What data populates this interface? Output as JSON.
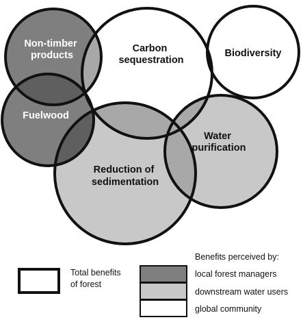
{
  "circles": [
    {
      "id": "non-timber",
      "lines": [
        "Non-timber",
        "products"
      ],
      "category": "local",
      "fill": "#7f7f7f",
      "text_color": "#ffffff"
    },
    {
      "id": "fuelwood",
      "lines": [
        "Fuelwood"
      ],
      "category": "local",
      "fill": "#7f7f7f",
      "text_color": "#ffffff"
    },
    {
      "id": "carbon",
      "lines": [
        "Carbon",
        "sequestration"
      ],
      "category": "global",
      "fill": "#ffffff",
      "text_color": "#111111"
    },
    {
      "id": "biodiversity",
      "lines": [
        "Biodiversity"
      ],
      "category": "global",
      "fill": "#ffffff",
      "text_color": "#111111"
    },
    {
      "id": "water",
      "lines": [
        "Water",
        "purification"
      ],
      "category": "downstream",
      "fill": "#c8c8c8",
      "text_color": "#111111"
    },
    {
      "id": "sedimentation",
      "lines": [
        "Reduction of",
        "sedimentation"
      ],
      "category": "downstream",
      "fill": "#c8c8c8",
      "text_color": "#111111"
    }
  ],
  "legend": {
    "total_label_line1": "Total benefits",
    "total_label_line2": "of forest",
    "perceived_title": "Benefits perceived by:",
    "items": [
      {
        "label": "local forest managers",
        "fill": "#7f7f7f"
      },
      {
        "label": "downstream water users",
        "fill": "#c8c8c8"
      },
      {
        "label": "global community",
        "fill": "#ffffff"
      }
    ]
  },
  "colors": {
    "stroke": "#111111",
    "overlap_dark": "#5f5f5f",
    "overlap_mid": "#a8a8a8",
    "overlap_light": "#e2e2e2"
  }
}
